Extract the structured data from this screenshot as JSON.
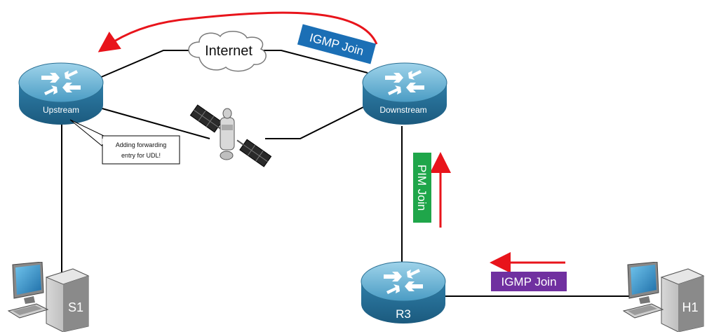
{
  "routers": {
    "upstream": {
      "label": "Upstream",
      "icon": "router-icon"
    },
    "downstream": {
      "label": "Downstream",
      "icon": "router-icon"
    },
    "r3": {
      "label": "R3",
      "icon": "router-icon"
    }
  },
  "hosts": {
    "s1": {
      "label": "S1",
      "icon": "computer-icon"
    },
    "h1": {
      "label": "H1",
      "icon": "computer-icon"
    }
  },
  "cloud": {
    "label": "Internet",
    "icon": "cloud-icon"
  },
  "satellite": {
    "icon": "satellite-icon"
  },
  "callout": {
    "line1": "Adding forwarding",
    "line2": "entry for UDL!"
  },
  "tags": {
    "igmp_top": {
      "label": "IGMP Join",
      "color": "#1b6fb5"
    },
    "pim": {
      "label": "PIM Join",
      "color": "#1fa64a"
    },
    "igmp_bottom": {
      "label": "IGMP Join",
      "color": "#7030a0"
    }
  },
  "colors": {
    "arrow": "#e8141b",
    "router_blue": "#2f7ea8",
    "link": "#000000"
  }
}
